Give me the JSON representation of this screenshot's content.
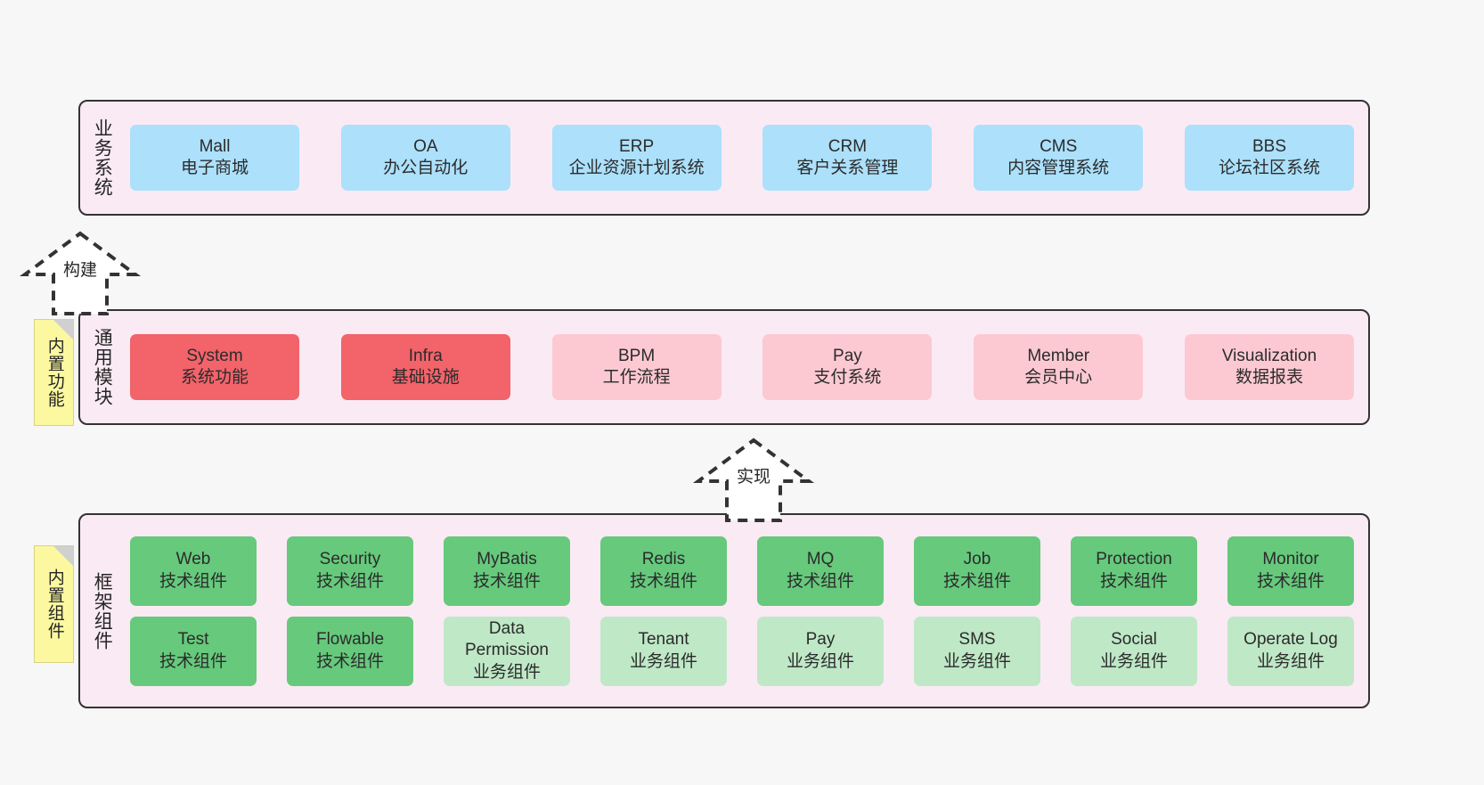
{
  "diagram": {
    "background": "#f7f7f7",
    "layer_fill": "#faeaf4",
    "layer_border": "#333333",
    "colors": {
      "blue": "#ace0fb",
      "red": "#f2636a",
      "pink": "#fcc9d2",
      "green": "#66c97c",
      "light_green": "#bfe8c7",
      "note_yellow": "#fbf8a0",
      "note_fold": "#d0d0d0"
    }
  },
  "layers": [
    {
      "id": "business",
      "title": "业务系统",
      "cards": [
        {
          "en": "Mall",
          "cn": "电子商城",
          "color": "blue"
        },
        {
          "en": "OA",
          "cn": "办公自动化",
          "color": "blue"
        },
        {
          "en": "ERP",
          "cn": "企业资源计划系统",
          "color": "blue"
        },
        {
          "en": "CRM",
          "cn": "客户关系管理",
          "color": "blue"
        },
        {
          "en": "CMS",
          "cn": "内容管理系统",
          "color": "blue"
        },
        {
          "en": "BBS",
          "cn": "论坛社区系统",
          "color": "blue"
        }
      ]
    },
    {
      "id": "modules",
      "title": "通用模块",
      "cards": [
        {
          "en": "System",
          "cn": "系统功能",
          "color": "red"
        },
        {
          "en": "Infra",
          "cn": "基础设施",
          "color": "red"
        },
        {
          "en": "BPM",
          "cn": "工作流程",
          "color": "pink"
        },
        {
          "en": "Pay",
          "cn": "支付系统",
          "color": "pink"
        },
        {
          "en": "Member",
          "cn": "会员中心",
          "color": "pink"
        },
        {
          "en": "Visualization",
          "cn": "数据报表",
          "color": "pink"
        }
      ]
    },
    {
      "id": "framework",
      "title": "框架组件",
      "rows": [
        [
          {
            "en": "Web",
            "cn": "技术组件",
            "color": "green"
          },
          {
            "en": "Security",
            "cn": "技术组件",
            "color": "green"
          },
          {
            "en": "MyBatis",
            "cn": "技术组件",
            "color": "green"
          },
          {
            "en": "Redis",
            "cn": "技术组件",
            "color": "green"
          },
          {
            "en": "MQ",
            "cn": "技术组件",
            "color": "green"
          },
          {
            "en": "Job",
            "cn": "技术组件",
            "color": "green"
          },
          {
            "en": "Protection",
            "cn": "技术组件",
            "color": "green"
          },
          {
            "en": "Monitor",
            "cn": "技术组件",
            "color": "green"
          }
        ],
        [
          {
            "en": "Test",
            "cn": "技术组件",
            "color": "green"
          },
          {
            "en": "Flowable",
            "cn": "技术组件",
            "color": "green"
          },
          {
            "en": "Data Permission",
            "cn": "业务组件",
            "color": "light_green",
            "wrap": true
          },
          {
            "en": "Tenant",
            "cn": "业务组件",
            "color": "light_green"
          },
          {
            "en": "Pay",
            "cn": "业务组件",
            "color": "light_green"
          },
          {
            "en": "SMS",
            "cn": "业务组件",
            "color": "light_green"
          },
          {
            "en": "Social",
            "cn": "业务组件",
            "color": "light_green"
          },
          {
            "en": "Operate Log",
            "cn": "业务组件",
            "color": "light_green"
          }
        ]
      ]
    }
  ],
  "notes": [
    {
      "id": "builtin-func",
      "text": "内置功能"
    },
    {
      "id": "builtin-comp",
      "text": "内置组件"
    }
  ],
  "arrows": [
    {
      "id": "build",
      "label": "构建",
      "direction": "up",
      "style": "dashed-hollow"
    },
    {
      "id": "realize",
      "label": "实现",
      "direction": "up",
      "style": "dashed-hollow"
    }
  ]
}
